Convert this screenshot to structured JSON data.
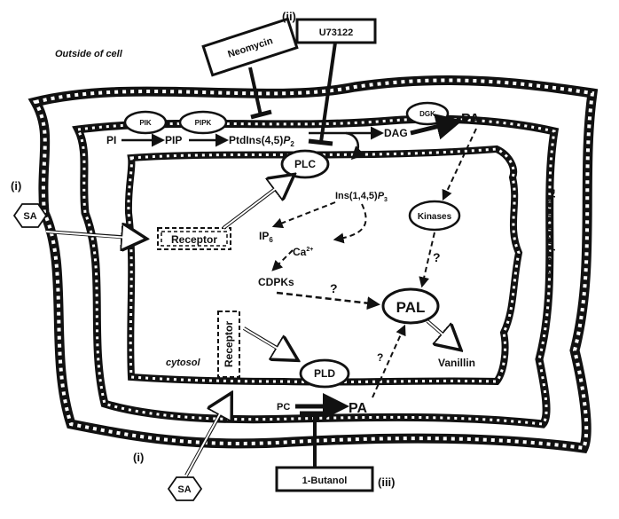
{
  "labels": {
    "outside": "Outside of cell",
    "plasma_membrane": "Plasma membrane",
    "cytosol": "cytosol"
  },
  "inhibitors": {
    "neomycin": "Neomycin",
    "u73122": "U73122",
    "butanol": "1-Butanol"
  },
  "markers": {
    "i_top": "(i)",
    "i_bottom": "(i)",
    "ii": "(ii)",
    "iii": "(iii)"
  },
  "signals": {
    "sa_top": "SA",
    "sa_bottom": "SA"
  },
  "enzymes": {
    "pik": "PIK",
    "pipk": "PIPK",
    "dgk": "DGK",
    "plc": "PLC",
    "pld": "PLD",
    "kinases": "Kinases",
    "pal": "PAL"
  },
  "metabolites": {
    "pi": "PI",
    "pip": "PIP",
    "ptdins_base": "PtdIns(4,5)",
    "ptdins_p": "P",
    "ptdins_sub": "2",
    "dag": "DAG",
    "pa_top": "PA",
    "ins_base": "Ins(1,4,5)",
    "ins_p": "P",
    "ins_sub": "3",
    "ip_base": "IP",
    "ip_sub": "6",
    "ca_base": "Ca",
    "ca_sup": "2+",
    "cdpks": "CDPKs",
    "pc": "PC",
    "pa_bottom": "PA",
    "vanillin": "Vanillin"
  },
  "receptors": {
    "top": "Receptor",
    "bottom": "Receptor"
  },
  "unknowns": {
    "q_kinases": "?",
    "q_cdpks": "?",
    "q_pa": "?"
  }
}
